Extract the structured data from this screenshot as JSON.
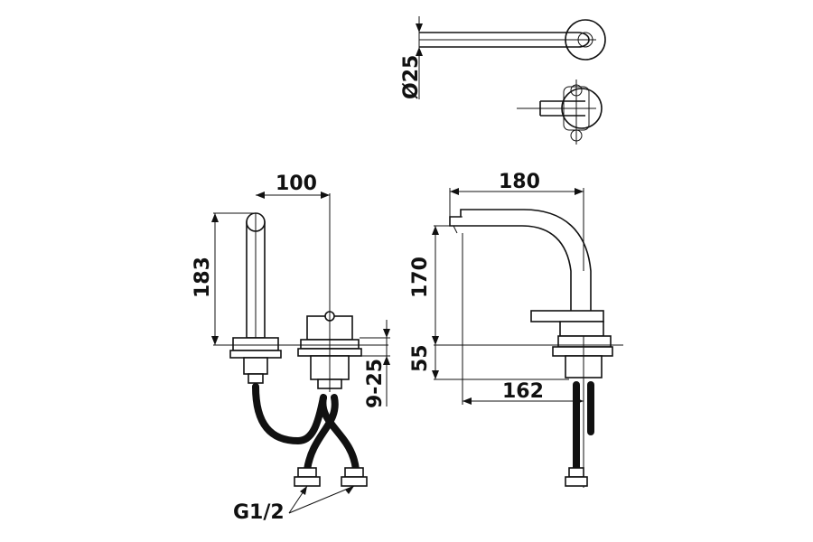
{
  "drawing": {
    "colors": {
      "line": "#111111",
      "background": "#ffffff"
    },
    "dimensions": {
      "top_view_diameter": "Ø25",
      "front_width": "100",
      "front_height": "183",
      "thread_range": "9-25",
      "side_reach": "180",
      "side_height": "170",
      "side_base_height": "55",
      "side_base_reach": "162",
      "connection_thread": "G1/2"
    }
  }
}
